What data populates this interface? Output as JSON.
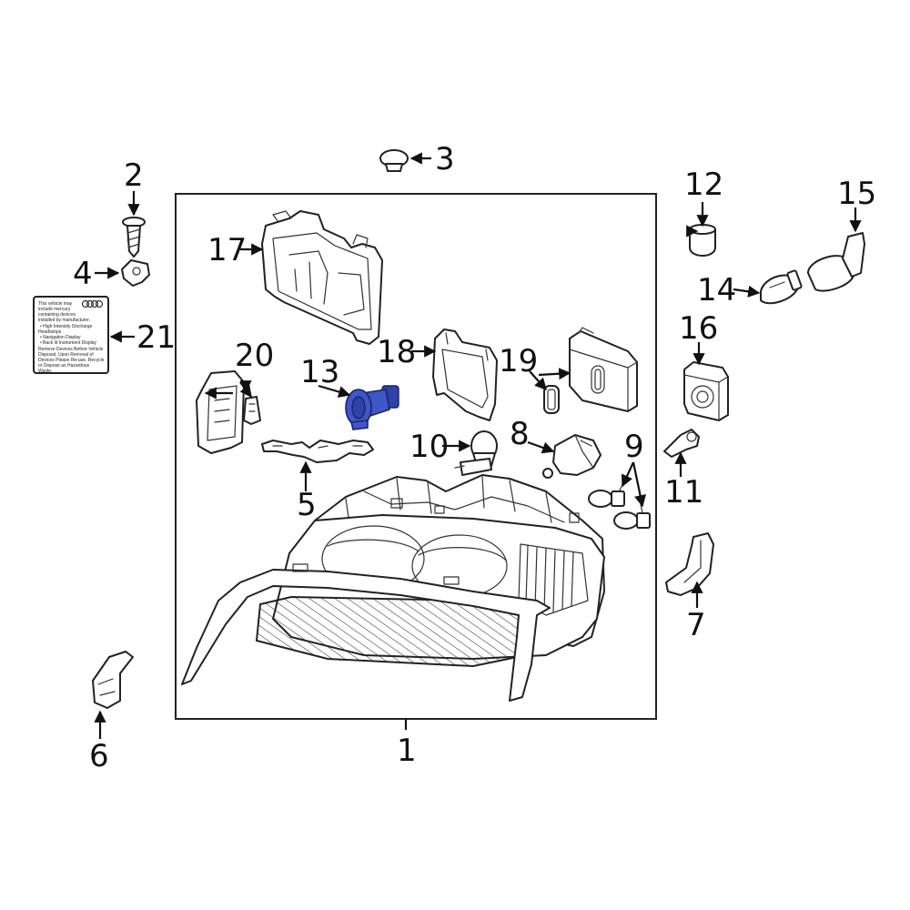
{
  "diagram": {
    "callouts": [
      {
        "id": "c1",
        "text": "1"
      },
      {
        "id": "c2",
        "text": "2"
      },
      {
        "id": "c3",
        "text": "3"
      },
      {
        "id": "c4",
        "text": "4"
      },
      {
        "id": "c5",
        "text": "5"
      },
      {
        "id": "c6",
        "text": "6"
      },
      {
        "id": "c7",
        "text": "7"
      },
      {
        "id": "c8",
        "text": "8"
      },
      {
        "id": "c9",
        "text": "9"
      },
      {
        "id": "c10",
        "text": "10"
      },
      {
        "id": "c11",
        "text": "11"
      },
      {
        "id": "c12",
        "text": "12"
      },
      {
        "id": "c13",
        "text": "13"
      },
      {
        "id": "c14",
        "text": "14"
      },
      {
        "id": "c15",
        "text": "15"
      },
      {
        "id": "c16",
        "text": "16"
      },
      {
        "id": "c17",
        "text": "17"
      },
      {
        "id": "c18",
        "text": "18"
      },
      {
        "id": "c19",
        "text": "19"
      },
      {
        "id": "c20",
        "text": "20"
      },
      {
        "id": "c21",
        "text": "21"
      }
    ],
    "label_21": {
      "lines": [
        "This vehicle may",
        "include mercury",
        "containing devices",
        "installed by manufacturer.",
        "• High Intensity Discharge",
        "Headlamps",
        "• Navigation Display",
        "• Back lit Instrument Display",
        "Remove Devices Before Vehicle",
        "Disposal. Upon Removal of",
        "Devices Please Re-use, Recycle",
        "or Dispose as Hazardous",
        "Waste."
      ]
    },
    "colors": {
      "highlight": "#3f56c8",
      "line": "#222222"
    }
  }
}
